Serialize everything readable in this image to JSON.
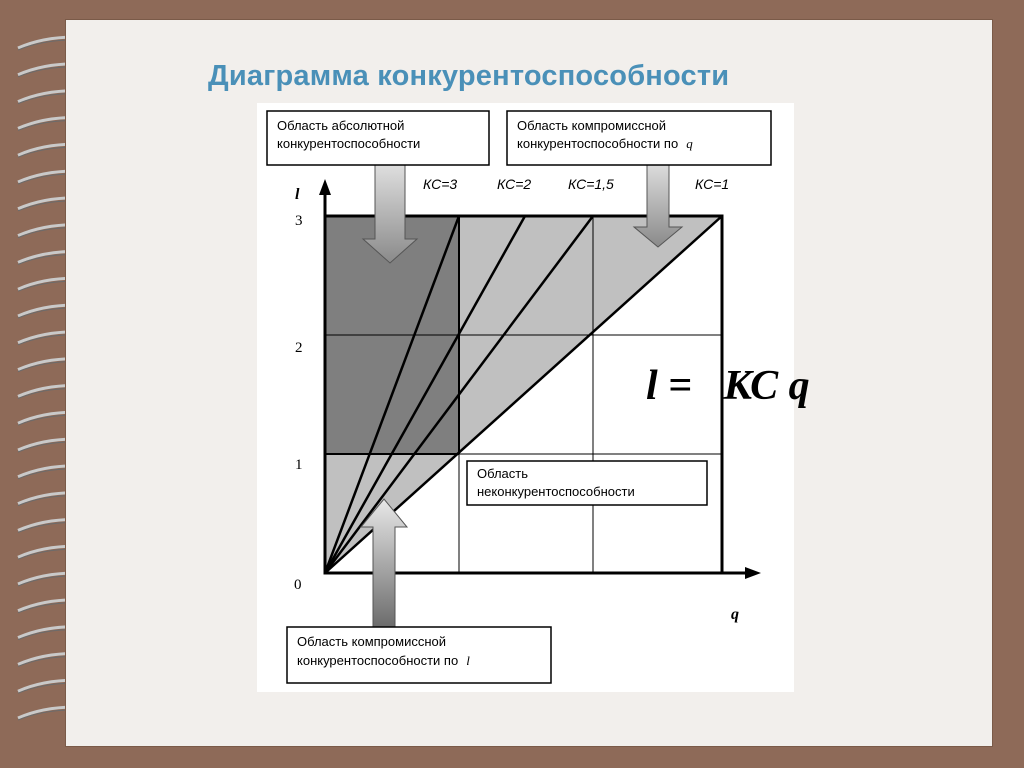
{
  "slide": {
    "title": "Диаграмма конкурентоспособности",
    "formula": "l =   КС q"
  },
  "diagram": {
    "axis_y_label": "l",
    "axis_x_label": "q",
    "origin_label": "0",
    "y_ticks": [
      "1",
      "2",
      "3"
    ],
    "ratio_lines": [
      {
        "label": "КС=3",
        "ratio": 3
      },
      {
        "label": "КС=2",
        "ratio": 2
      },
      {
        "label": "КС=1,5",
        "ratio": 1.5
      },
      {
        "label": "КС=1",
        "ratio": 1
      }
    ],
    "regions": {
      "absolute": {
        "line1": "Область абсолютной",
        "line2": "конкурентоспособности"
      },
      "compromise_q": {
        "line1": "Область компромиссной",
        "line2": "конкурентоспособности по",
        "var": "q"
      },
      "non_competitive": {
        "line1": "Область",
        "line2": "неконкурентоспособности"
      },
      "compromise_l": {
        "line1": "Область компромиссной",
        "line2": "конкурентоспособности по",
        "var": "l"
      }
    },
    "colors": {
      "dark_region": "#7f7f7f",
      "light_region": "#c0c0c0",
      "title": "#4a90b8"
    }
  }
}
